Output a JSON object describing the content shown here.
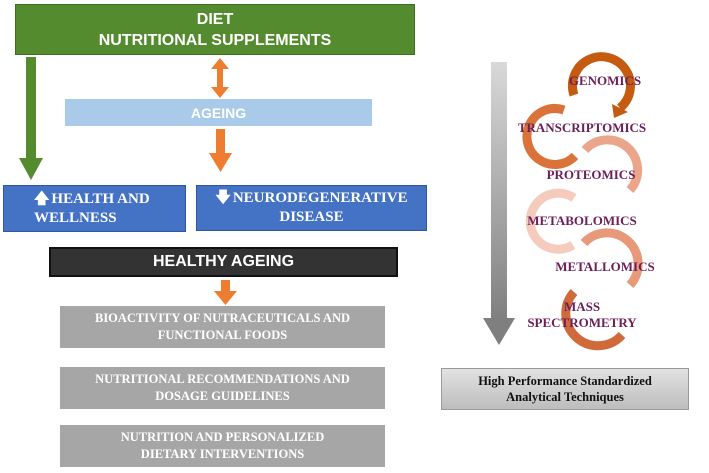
{
  "diet_box": {
    "line1": "DIET",
    "line2": "NUTRITIONAL SUPPLEMENTS"
  },
  "ageing": "AGEING",
  "health": {
    "arrow": "🡅",
    "line1": "HEALTH AND",
    "line2": "WELLNESS"
  },
  "neuro": {
    "arrow": "🡇",
    "line1": "NEURODEGENERATIVE",
    "line2": "DISEASE"
  },
  "healthy_ageing": "HEALTHY AGEING",
  "grey_boxes": [
    {
      "line1": "BIOACTIVITY OF NUTRACEUTICALS AND",
      "line2": "FUNCTIONAL FOODS"
    },
    {
      "line1": "NUTRITIONAL RECOMMENDATIONS AND",
      "line2": "DOSAGE GUIDELINES"
    },
    {
      "line1": "NUTRITION AND PERSONALIZED",
      "line2": "DIETARY INTERVENTIONS"
    }
  ],
  "omics": [
    "GENOMICS",
    "TRANSCRIPTOMICS",
    "PROTEOMICS",
    "METABOLOMICS",
    "METALLOMICS",
    "MASS",
    "SPECTROMETRY"
  ],
  "hp_box": {
    "line1": "High Performance Standardized",
    "line2": "Analytical Techniques"
  },
  "colors": {
    "green": "#558b2f",
    "orange": "#ed7d31",
    "light_blue": "#a9cbe9",
    "blue": "#4472c4",
    "dark": "#333333",
    "grey": "#a6a6a6",
    "omics_text": "#6b1f5a",
    "circle_colors": [
      "#c55a11",
      "#d9733a",
      "#eba58a",
      "#f4cbbd",
      "#e8997a",
      "#d06a3a"
    ]
  }
}
